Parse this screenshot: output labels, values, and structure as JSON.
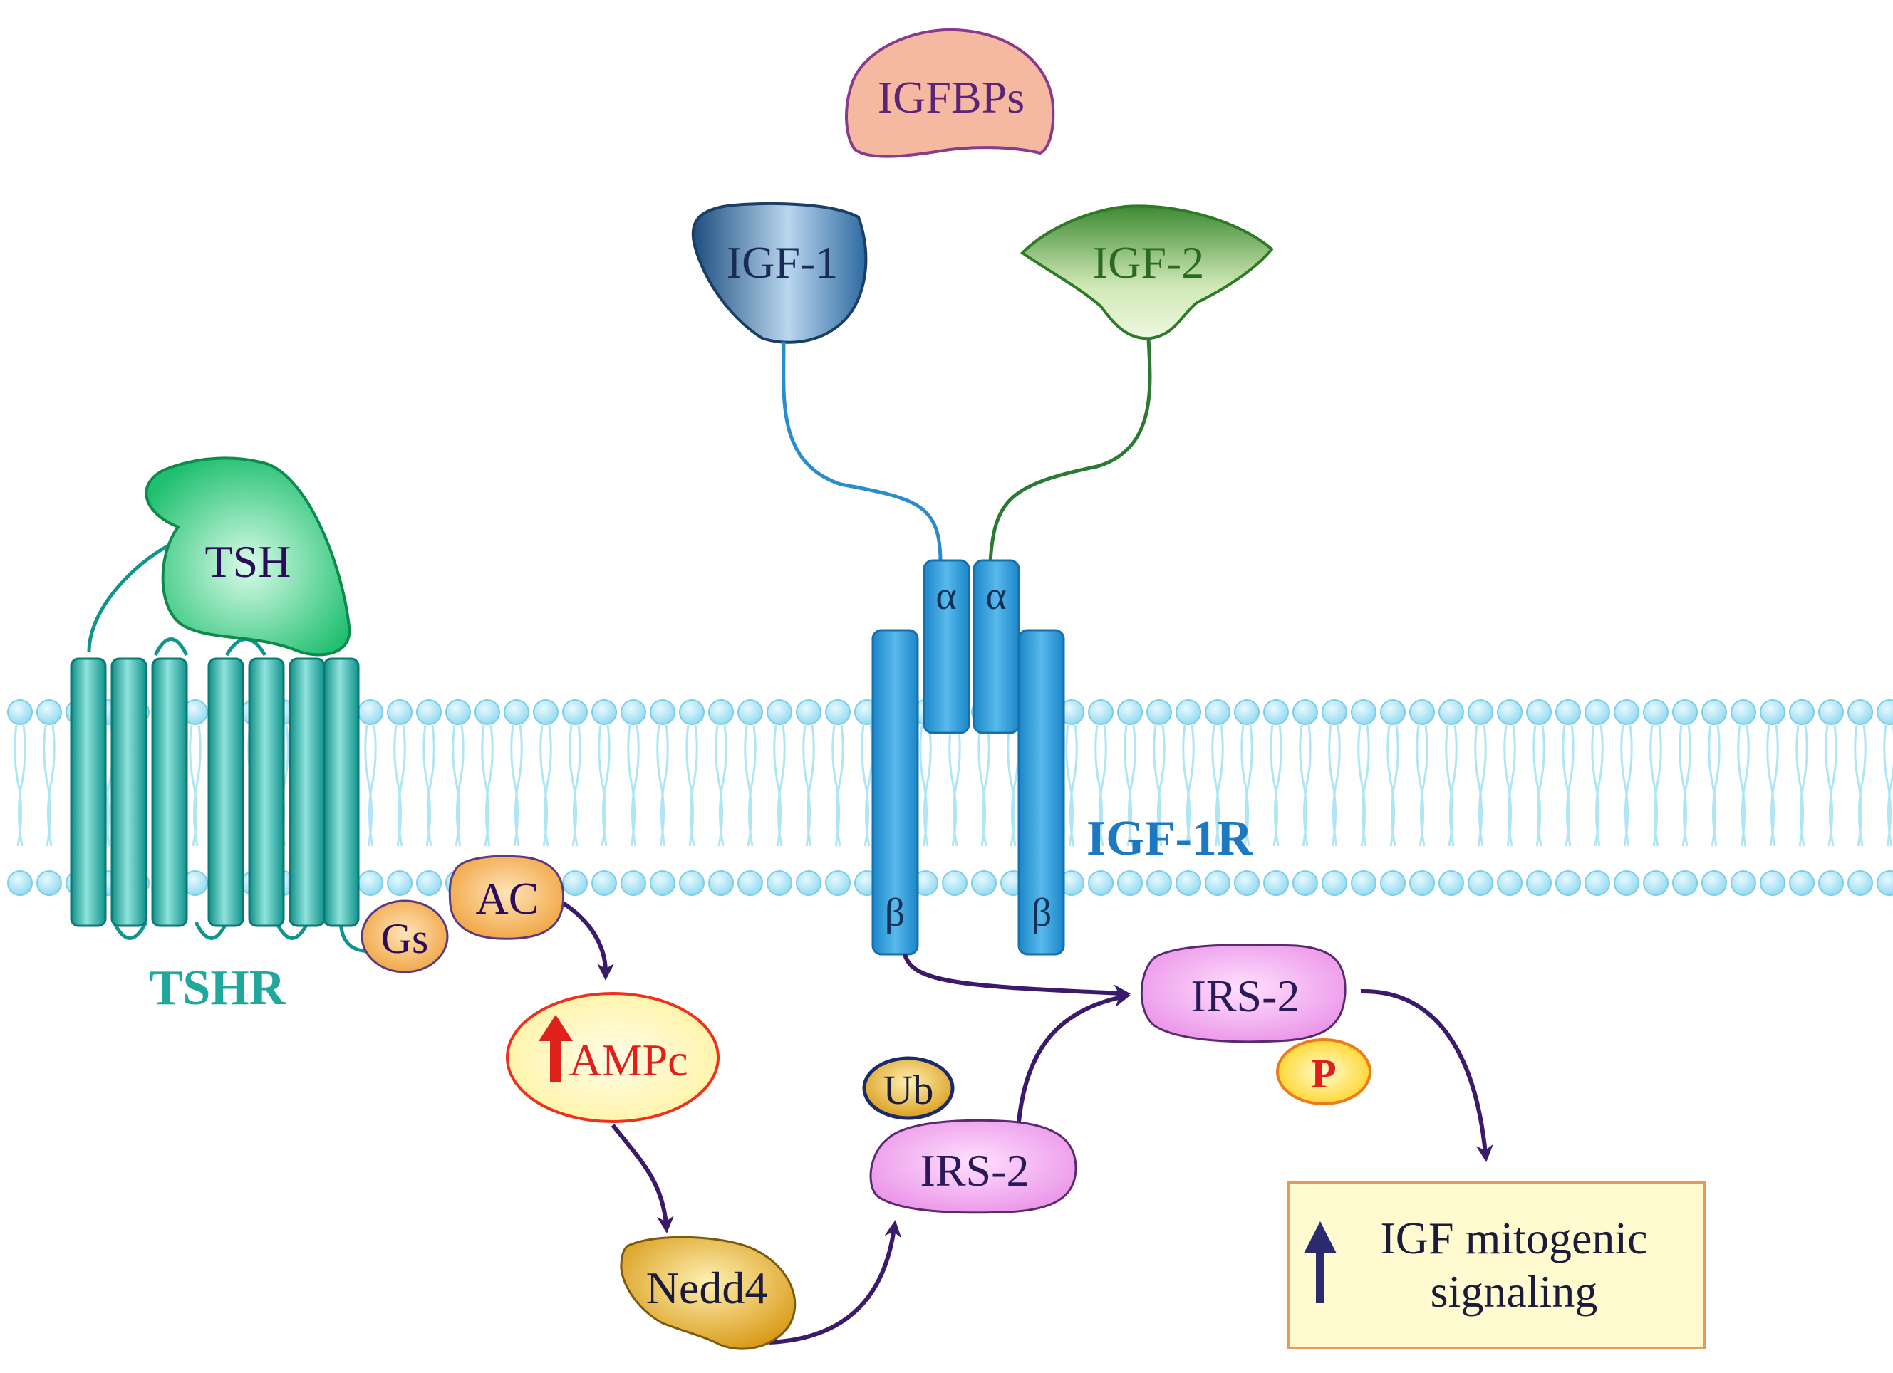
{
  "labels": {
    "igfbps": "IGFBPs",
    "igf1": "IGF-1",
    "igf2": "IGF-2",
    "tsh": "TSH",
    "tshr": "TSHR",
    "alpha": "α",
    "beta": "β",
    "igf1r": "IGF-1R",
    "gs": "Gs",
    "ac": "AC",
    "ampc": "AMPc",
    "nedd4": "Nedd4",
    "ub": "Ub",
    "irs2": "IRS-2",
    "p": "P",
    "outcome_line1": "IGF mitogenic",
    "outcome_line2": "signaling"
  },
  "colors": {
    "membrane": "#aee6f5",
    "tshr": "#2db5ae",
    "igf1r": "#2f9fd8",
    "arrow": "#3b1a6b",
    "igf1": "#4a86b8",
    "igf2": "#6fae5a",
    "tsh": "#3fcf8a",
    "irs2": "#f2a6f0",
    "gold": "#e3a81f",
    "red_arrow": "#e0201b",
    "dark_arrow": "#2a2a6e"
  }
}
